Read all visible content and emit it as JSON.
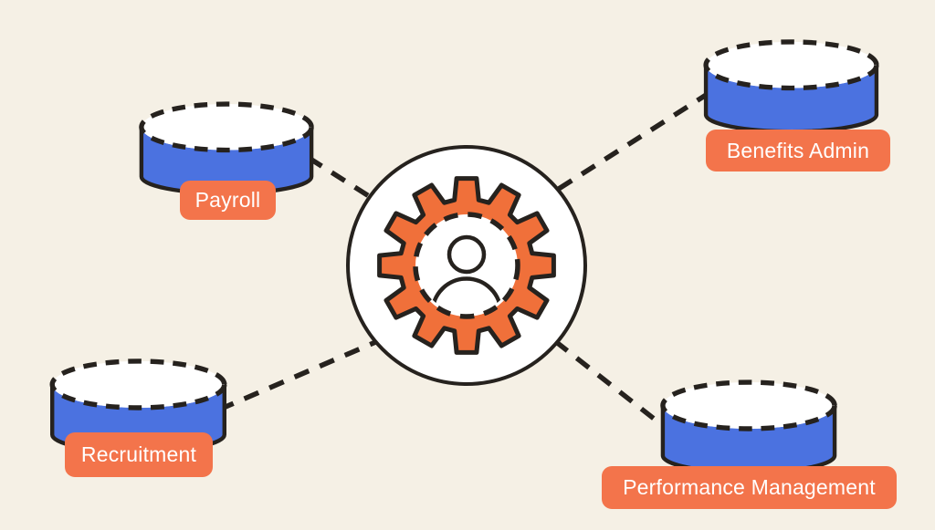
{
  "diagram": {
    "kind": "hub-and-spoke",
    "hub": {
      "id": "hub",
      "icon": "gear-person-icon"
    },
    "nodes": [
      {
        "id": "payroll",
        "label": "Payroll"
      },
      {
        "id": "benefits-admin",
        "label": "Benefits Admin"
      },
      {
        "id": "recruitment",
        "label": "Recruitment"
      },
      {
        "id": "performance-management",
        "label": "Performance Management"
      }
    ],
    "edges": [
      {
        "from": "hub",
        "to": "payroll"
      },
      {
        "from": "hub",
        "to": "benefits-admin"
      },
      {
        "from": "hub",
        "to": "recruitment"
      },
      {
        "from": "hub",
        "to": "performance-management"
      }
    ]
  },
  "colors": {
    "background": "#F5F0E5",
    "node_fill": "#4B72E0",
    "node_top_fill": "#FFFFFF",
    "outline": "#26221E",
    "accent_orange": "#F0703A",
    "label_bg": "#F3744B",
    "label_text": "#FFFFFF",
    "hub_fill": "#FFFFFF"
  }
}
